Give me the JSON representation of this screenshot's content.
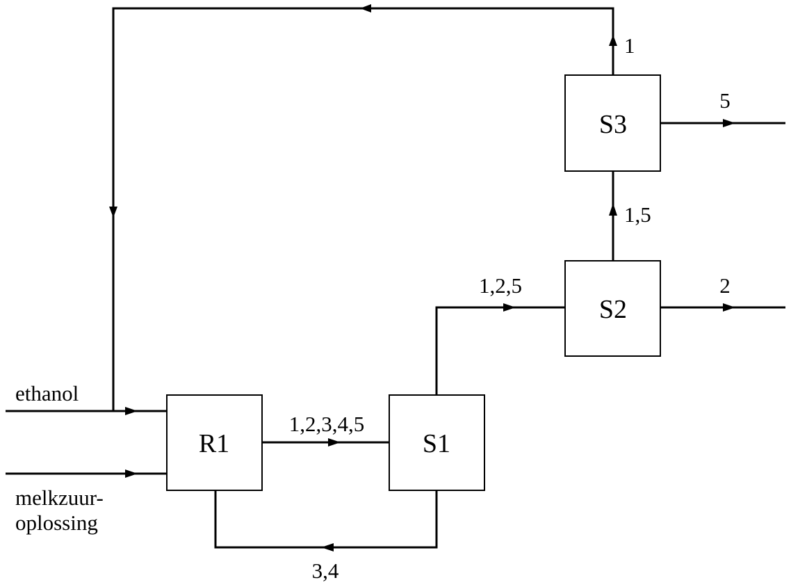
{
  "blocks": {
    "r1": "R1",
    "s1": "S1",
    "s2": "S2",
    "s3": "S3"
  },
  "inputs": {
    "ethanol": "ethanol",
    "melkzuur_line1": "melkzuur-",
    "melkzuur_line2": "oplossing"
  },
  "streams": {
    "r1_to_s1": "1,2,3,4,5",
    "s1_to_r1": "3,4",
    "s1_to_s2": "1,2,5",
    "s2_out": "2",
    "s2_to_s3": "1,5",
    "s3_out": "5",
    "s3_recycle": "1"
  }
}
